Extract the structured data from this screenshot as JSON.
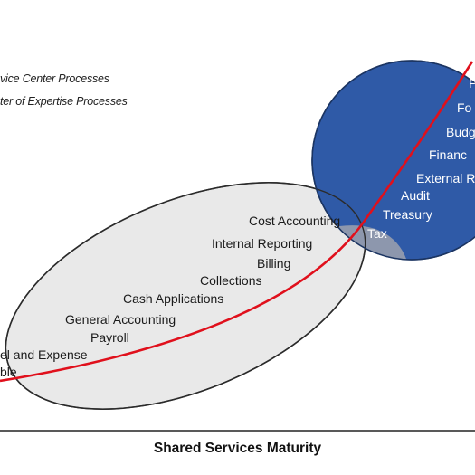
{
  "legend": {
    "service_center": "vice Center Processes",
    "center_of_expertise": "ter of Expertise Processes"
  },
  "colors": {
    "service_ellipse_fill": "#e9e9e9",
    "service_ellipse_stroke": "#2b2b2b",
    "expertise_ellipse_fill": "#2f5aa7",
    "expertise_ellipse_stroke": "#1c3562",
    "overlap_fill": "#8d97ad",
    "curve": "#e0101c",
    "service_text": "#1a1a1a",
    "expertise_text": "#ffffff"
  },
  "service_processes": [
    "Cost Accounting",
    "Internal Reporting",
    "Billing",
    "Collections",
    "Cash Applications",
    "General Accounting",
    "Payroll",
    "el and Expense",
    "ble"
  ],
  "expertise_processes": [
    "P",
    "Fo",
    "Budg",
    "Financ",
    "External R",
    "Audit",
    "Treasury",
    "Tax"
  ],
  "x_axis_label": "Shared Services Maturity"
}
